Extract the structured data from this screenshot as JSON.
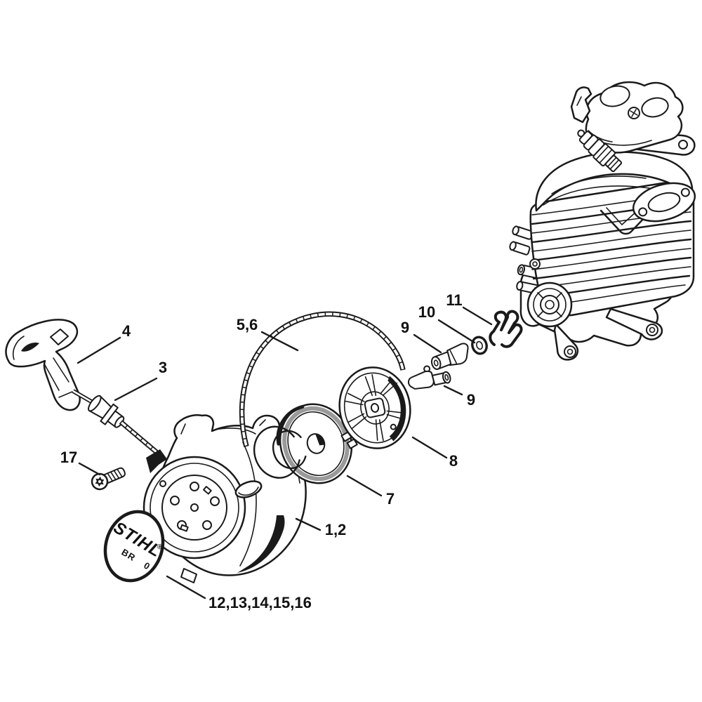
{
  "colors": {
    "ink": "#1a1a1a",
    "background": "#ffffff",
    "shade_gray": "#9a9a9a"
  },
  "callouts": {
    "grip": {
      "label": "4"
    },
    "bushing": {
      "label": "3"
    },
    "rope": {
      "label": "5,6"
    },
    "pawl_upper": {
      "label": "9"
    },
    "washer": {
      "label": "10"
    },
    "spring_clip": {
      "label": "11"
    },
    "pawl_lower": {
      "label": "9"
    },
    "rotor": {
      "label": "8"
    },
    "rewind_spring": {
      "label": "7"
    },
    "fan_housing": {
      "label": "1,2"
    },
    "screw": {
      "label": "17"
    },
    "cover_set": {
      "label": "12,13,14,15,16"
    }
  },
  "disc": {
    "brand": "STIHL",
    "registered": "®",
    "model_left": "BR",
    "model_right": "0"
  }
}
